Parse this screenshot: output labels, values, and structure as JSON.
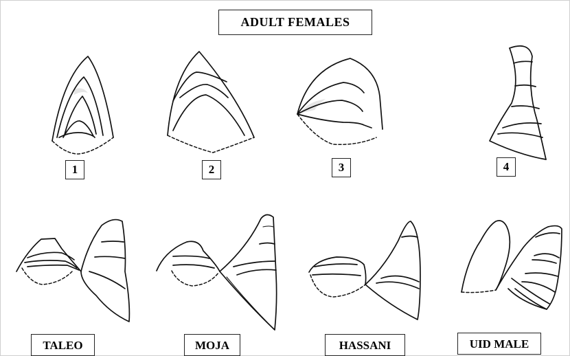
{
  "title": "ADULT FEMALES",
  "numbered_figures": [
    "1",
    "2",
    "3",
    "4"
  ],
  "specimens": [
    "TALEO",
    "MOJA",
    "HASSANI",
    "UID MALE"
  ]
}
